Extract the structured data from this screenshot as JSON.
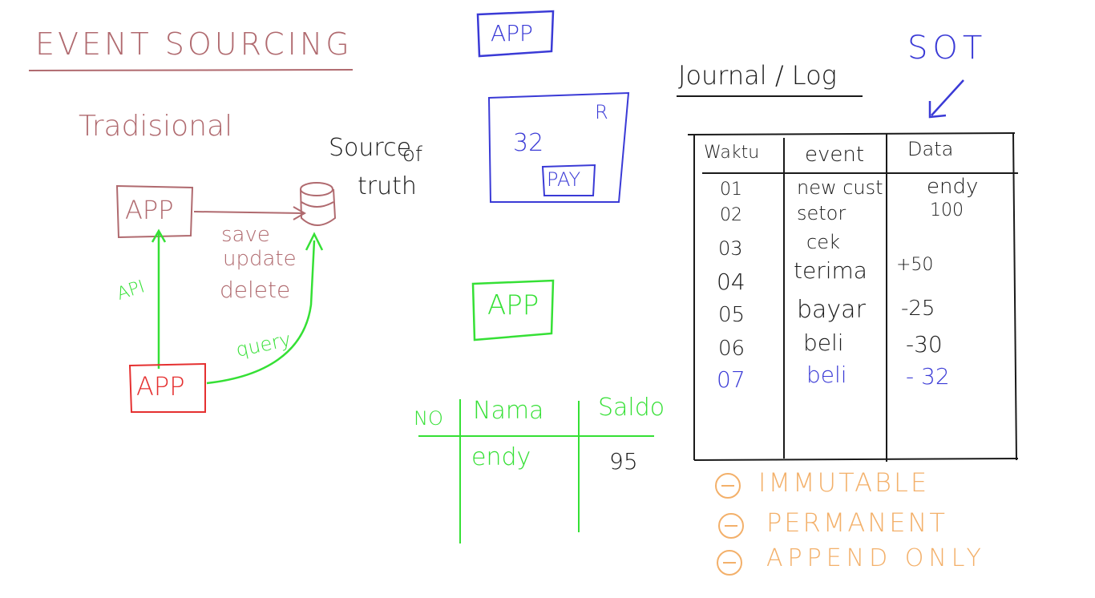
{
  "colors": {
    "maroon": "#b06a6f",
    "green": "#35e035",
    "blue": "#3a3ad6",
    "red": "#e53030",
    "orange": "#f3b06a",
    "black": "#1a1a1a"
  },
  "left": {
    "title": "EVENT SOURCING",
    "subtitle": "Tradisional",
    "app_top": "APP",
    "app_bottom": "APP",
    "db_label_1": "Source",
    "db_label_of": "of",
    "db_label_2": "truth",
    "ops": [
      "save",
      "update",
      "delete"
    ],
    "api_label": "API",
    "query_label": "query"
  },
  "middle": {
    "app_blue": "APP",
    "ui_value": "32",
    "ui_icon_label": "R",
    "pay_button": "PAY",
    "app_green": "APP",
    "table": {
      "headers": [
        "NO",
        "Nama",
        "Saldo"
      ],
      "rows": [
        [
          "",
          "endy",
          "95"
        ]
      ]
    }
  },
  "right": {
    "journal_title": "Journal / Log",
    "sot_label": "SOT",
    "table": {
      "headers": [
        "Waktu",
        "event",
        "Data"
      ],
      "rows": [
        [
          "01",
          "new cust",
          "endy"
        ],
        [
          "02",
          "setor",
          "100"
        ],
        [
          "03",
          "cek",
          ""
        ],
        [
          "04",
          "terima",
          "+50"
        ],
        [
          "05",
          "bayar",
          "-25"
        ],
        [
          "06",
          "beli",
          "-30"
        ],
        [
          "07",
          "beli",
          "- 32"
        ]
      ]
    },
    "properties": [
      "IMMUTABLE",
      "PERMANENT",
      "APPEND ONLY"
    ]
  }
}
